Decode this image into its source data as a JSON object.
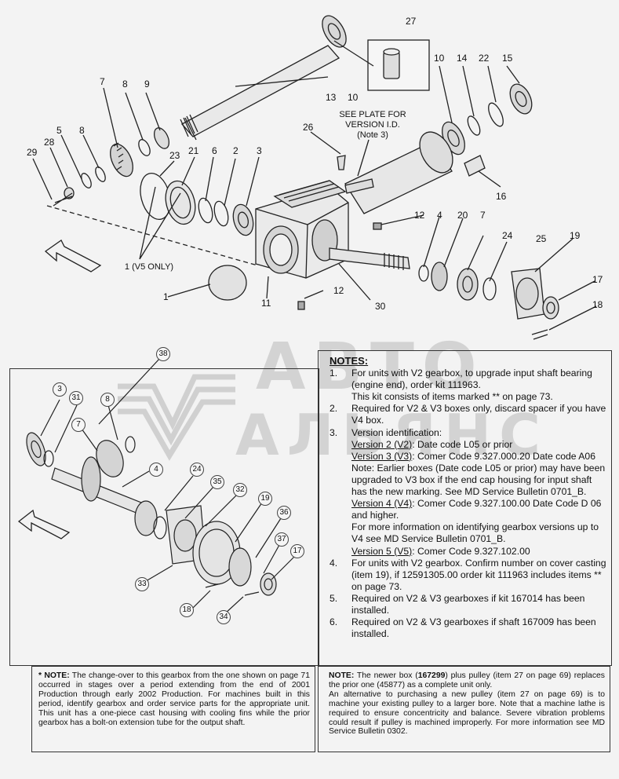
{
  "callouts": {
    "c27": "27",
    "c10a": "10",
    "c14": "14",
    "c22": "22",
    "c15": "15",
    "c13": "13",
    "c10b": "10",
    "c7a": "7",
    "c8a": "8",
    "c9": "9",
    "c5": "5",
    "c8b": "8",
    "c29": "29",
    "c28": "28",
    "c23": "23",
    "c21": "21",
    "c6": "6",
    "c2": "2",
    "c3": "3",
    "c26": "26",
    "c16": "16",
    "c12a": "12",
    "c4": "4",
    "c20": "20",
    "c7b": "7",
    "c24": "24",
    "c25": "25",
    "c19": "19",
    "c17": "17",
    "c18": "18",
    "c1": "1",
    "c11": "11",
    "c12b": "12",
    "c30": "30"
  },
  "labels": {
    "see_plate_1": "SEE PLATE FOR",
    "see_plate_2": "VERSION I.D.",
    "see_plate_3": "(Note 3)",
    "v5_only": "1 (V5 ONLY)"
  },
  "inset_callouts": {
    "i38": "38",
    "i3": "3",
    "i31": "31",
    "i8": "8",
    "i7": "7",
    "i4": "4",
    "i24": "24",
    "i35": "35",
    "i32": "32",
    "i19": "19",
    "i36": "36",
    "i37": "37",
    "i17": "17",
    "i33": "33",
    "i18": "18",
    "i34": "34"
  },
  "watermark": {
    "line1": "АВТО",
    "line2": "АЛЬЯНС"
  },
  "notes": {
    "title": "NOTES:",
    "n1_num": "1.",
    "n1_text": "For units with V2 gearbox, to upgrade input shaft bearing (engine end), order kit 111963.",
    "n1_sub": "This kit consists of items marked ** on page 73.",
    "n2_num": "2.",
    "n2_text": "Required for V2 & V3 boxes only, discard spacer if you have V4 box.",
    "n3_num": "3.",
    "n3_text": "Version identification:",
    "v2_label": "Version 2 (V2)",
    "v2_text": ": Date code L05 or prior",
    "v3_label": "Version 3 (V3)",
    "v3_text": ": Comer Code 9.327.000.20  Date code A06",
    "v3_note": "Note: Earlier boxes (Date code L05 or prior) may have been upgraded to V3 box if the end cap housing for input shaft has the new marking. See MD Service Bulletin 0701_B.",
    "v4_label": "Version 4 (V4)",
    "v4_text": ": Comer Code 9.327.100.00 Date Code D 06 and higher.",
    "v4_more": "For more information on identifying gearbox versions up to V4 see MD Service Bulletin 0701_B.",
    "v5_label": "Version 5 (V5)",
    "v5_text": ": Comer Code 9.327.102.00",
    "n4_num": "4.",
    "n4_text": "For units with V2 gearbox. Confirm number on cover casting (item 19), if 12591305.00 order kit 111963 includes items ** on page 73.",
    "n5_num": "5.",
    "n5_text": "Required on V2 & V3 gearboxes if kit 167014 has been installed.",
    "n6_num": "6.",
    "n6_text": "Required on V2 & V3 gearboxes if shaft 167009 has been installed."
  },
  "footer_left": {
    "bold": "* NOTE:",
    "text": " The change-over to this gearbox from the one shown on page 71 occurred in stages over a period extending from the end of 2001 Production through early 2002 Production. For machines built in this period, identify gearbox and order service parts for the appropriate unit. This unit has a one-piece cast housing with cooling fins while the prior gearbox has a bolt-on extension tube for the output shaft."
  },
  "footer_right": {
    "bold": "NOTE:",
    "text1": " The newer box (",
    "part_bold": "167299",
    "text2": ") plus pulley (item 27 on page 69) replaces the prior one (45877) as a complete unit only.",
    "text3": "An alternative to purchasing a new pulley (item 27 on page 69) is to machine your existing pulley to a larger bore. Note that a machine lathe is required to ensure concentricity and balance. Severe vibration problems could result if pulley is machined improperly. For more information see MD Service Bulletin 0302."
  }
}
